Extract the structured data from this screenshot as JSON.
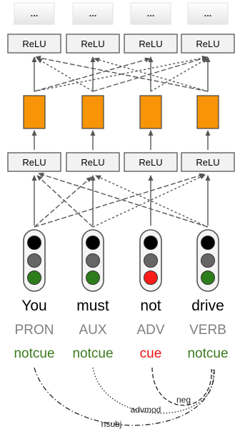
{
  "columns": [
    {
      "token": "You",
      "pos": "PRON",
      "label": "notcue",
      "label_color": "#3a7a1e",
      "light_color": "#2e7d1c"
    },
    {
      "token": "must",
      "pos": "AUX",
      "label": "notcue",
      "label_color": "#3a7a1e",
      "light_color": "#2e7d1c"
    },
    {
      "token": "not",
      "pos": "ADV",
      "label": "cue",
      "label_color": "#ee1111",
      "light_color": "#ff1a1a"
    },
    {
      "token": "drive",
      "pos": "VERB",
      "label": "notcue",
      "label_color": "#3a7a1e",
      "light_color": "#2e7d1c"
    }
  ],
  "top_box_text": "...",
  "relu_text": "ReLU",
  "orange_color": "#f79407",
  "arcs": [
    {
      "label": "neg"
    },
    {
      "label": "advmod"
    },
    {
      "label": "nsubj"
    }
  ]
}
